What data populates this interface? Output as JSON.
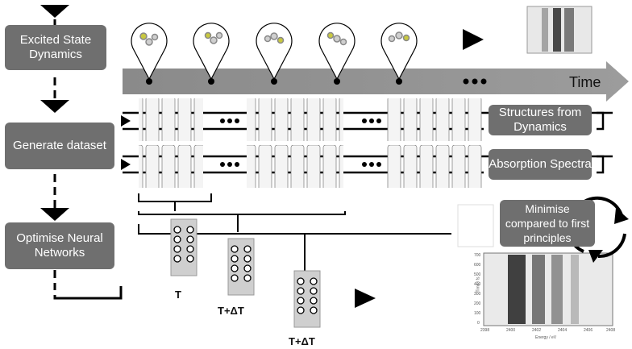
{
  "steps": {
    "excited_state": "Excited State Dynamics",
    "generate": "Generate dataset",
    "optimise": "Optimise Neural Networks"
  },
  "side_boxes": {
    "structures": "Structures from Dynamics",
    "absorption": "Absorption Spectra",
    "minimise": "Minimise compared to first principles"
  },
  "timeline": {
    "label": "Time"
  },
  "network_labels": {
    "t1": "T",
    "t2": "T+ΔT",
    "t3": "T+ΔT"
  },
  "spectrum_main": {
    "xlabel": "Energy / eV",
    "ylabel": "Time / fs",
    "xticks": [
      "2398",
      "2400",
      "2402",
      "2404",
      "2406",
      "2408"
    ],
    "yticks": [
      "700",
      "600",
      "500",
      "400",
      "300",
      "200",
      "100",
      "0"
    ]
  },
  "colors": {
    "box": "#6f6f6f",
    "arrow": "#8c8c8c",
    "text": "#111111"
  },
  "icons": [
    "play-triangle-icon",
    "cycle-arrows-icon",
    "ellipsis-icon",
    "molecule-pin-icon"
  ]
}
